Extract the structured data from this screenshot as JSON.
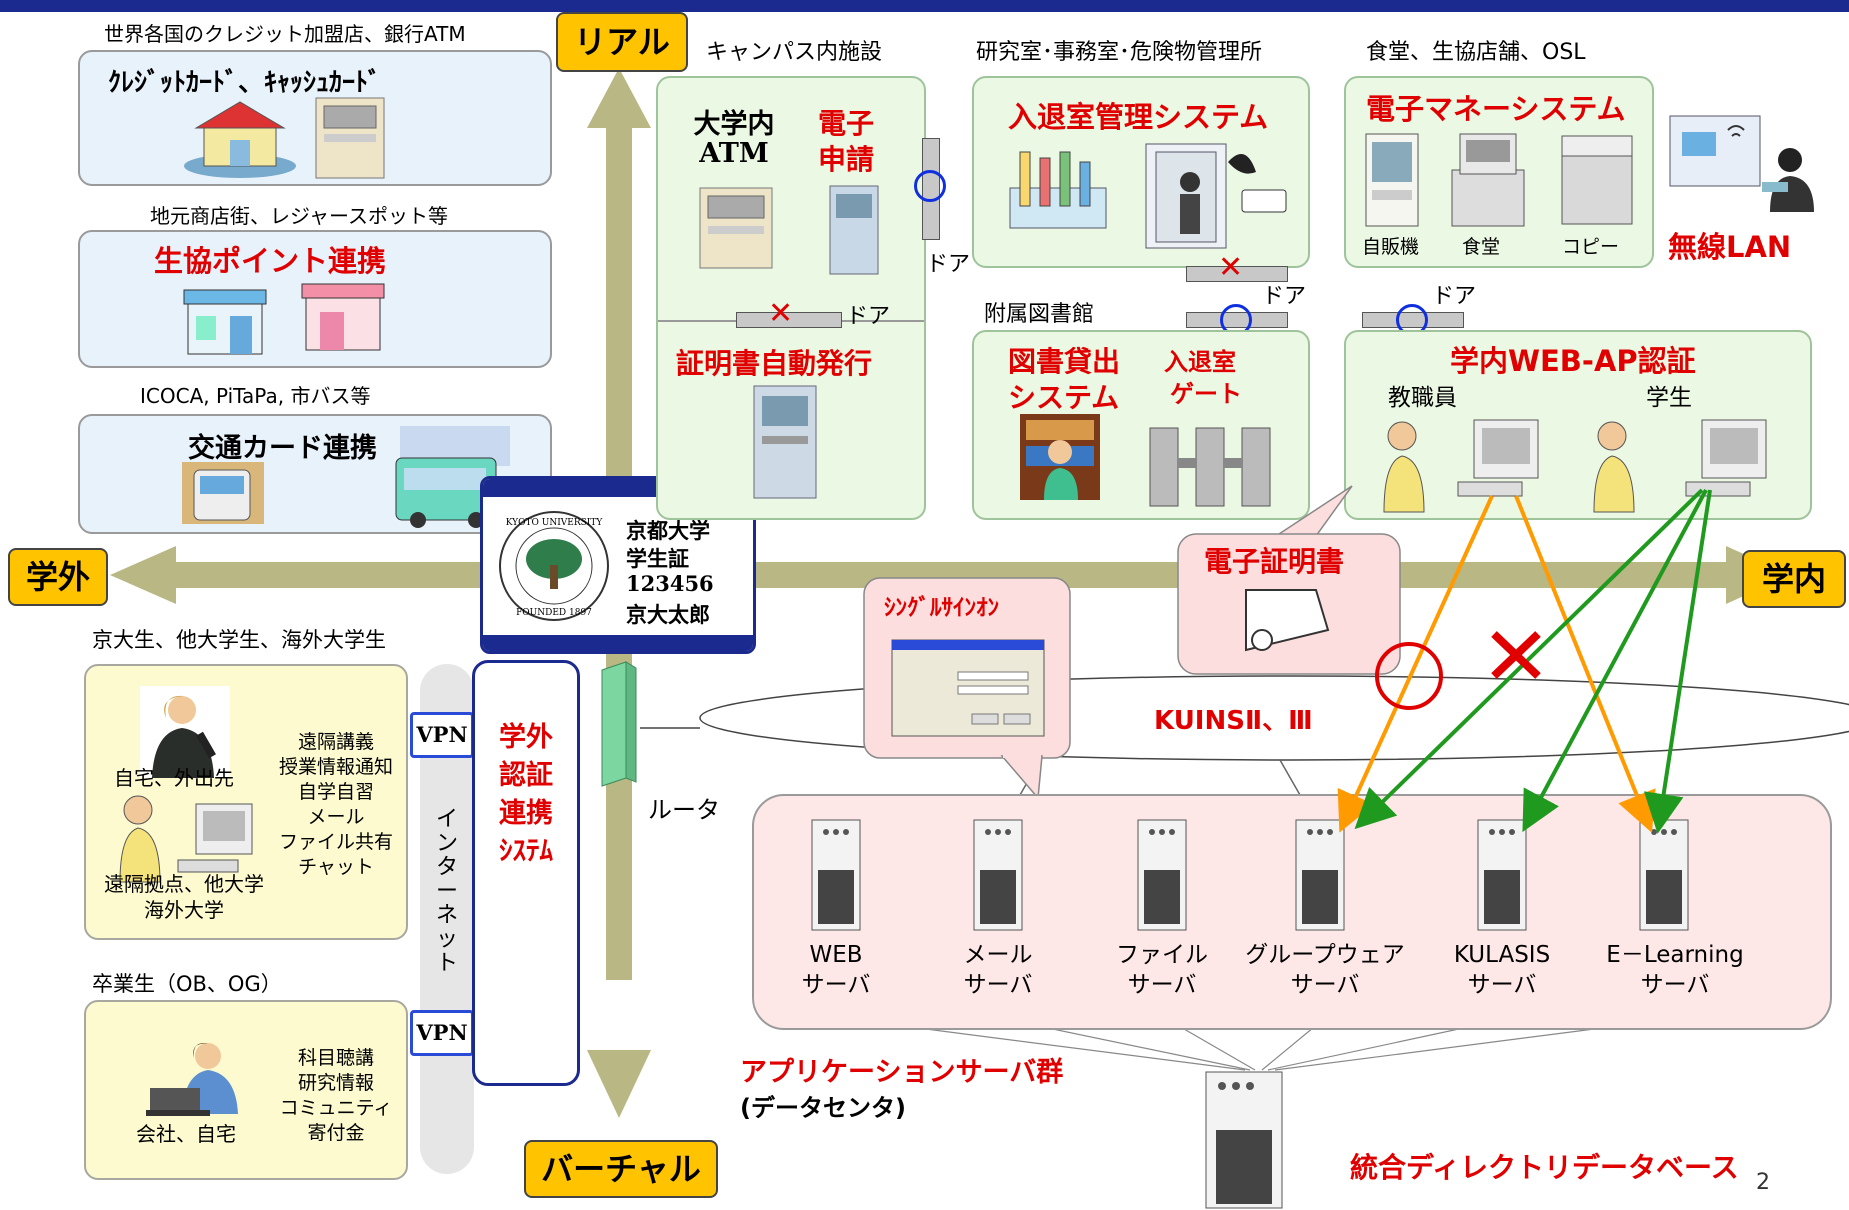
{
  "page_number": "2",
  "axes": {
    "top": "リアル",
    "bottom": "バーチャル",
    "left": "学外",
    "right": "学内"
  },
  "left_column": {
    "atm_caption": "世界各国のクレジット加盟店、銀行ATM",
    "card_title": "ｸﾚｼﾞｯﾄｶｰﾄﾞ、ｷｬｯｼｭｶｰﾄﾞ",
    "shops_caption": "地元商店街、レジャースポット等",
    "coop_title": "生協ポイント連携",
    "transport_caption": "ICOCA, PiTaPa, 市バス等",
    "transport_title": "交通カード連携"
  },
  "campus": {
    "caption": "キャンパス内施設",
    "atm_line1": "大学内",
    "atm_line2": "ATM",
    "apply_line1": "電子",
    "apply_line2": "申請",
    "door": "ドア",
    "cert_issue": "証明書自動発行"
  },
  "lab": {
    "caption": "研究室･事務室･危険物管理所",
    "title": "入退室管理システム",
    "door": "ドア"
  },
  "shop": {
    "caption": "食堂、生協店舗、OSL",
    "title": "電子マネーシステム",
    "vending": "自販機",
    "cafeteria": "食堂",
    "copy": "コピー",
    "door": "ドア"
  },
  "wireless": "無線LAN",
  "library": {
    "caption": "附属図書館",
    "lending_line1": "図書貸出",
    "lending_line2": "システム",
    "gate_line1": "入退室",
    "gate_line2": "ゲート"
  },
  "web_auth": {
    "title": "学内WEB-AP認証",
    "staff": "教職員",
    "student": "学生"
  },
  "id_card": {
    "line1": "京都大学",
    "line2": "学生証",
    "line3": "123456",
    "line4": "京大太郎"
  },
  "e_cert": "電子証明書",
  "sso": "ｼﾝｸﾞﾙｻｲﾝｵﾝ",
  "kuins": "KUINSⅡ、Ⅲ",
  "router": "ルータ",
  "internet": "インターネット",
  "vpn": "VPN",
  "external_auth": {
    "line1": "学外",
    "line2": "認証",
    "line3": "連携",
    "line4": "ｼｽﾃﾑ"
  },
  "remote": {
    "caption": "京大生、他大学生、海外大学生",
    "home": "自宅、外出先",
    "base_line1": "遠隔拠点、他大学",
    "base_line2": "海外大学",
    "services": [
      "遠隔講義",
      "授業情報通知",
      "自学自習",
      "メール",
      "ファイル共有",
      "チャット"
    ]
  },
  "alumni": {
    "caption": "卒業生（OB、OG）",
    "place": "会社、自宅",
    "services": [
      "科目聴講",
      "研究情報",
      "コミュニティ",
      "寄付金"
    ]
  },
  "servers": [
    {
      "line1": "WEB",
      "line2": "サーバ"
    },
    {
      "line1": "メール",
      "line2": "サーバ"
    },
    {
      "line1": "ファイル",
      "line2": "サーバ"
    },
    {
      "line1": "グループウェア",
      "line2": "サーバ"
    },
    {
      "line1": "KULASIS",
      "line2": "サーバ"
    },
    {
      "line1": "E－Learning",
      "line2": "サーバ"
    }
  ],
  "app_servers": {
    "title": "アプリケーションサーバ群",
    "subtitle": "(データセンタ)"
  },
  "directory_db": "統合ディレクトリデータベース",
  "colors": {
    "axis_arrow": "#b9b783",
    "accent_red": "#e00000",
    "tag_yellow": "#ffc300",
    "header_blue": "#1b2a8f",
    "arrow_orange": "#ff9a00",
    "arrow_green": "#1f9a1f"
  }
}
